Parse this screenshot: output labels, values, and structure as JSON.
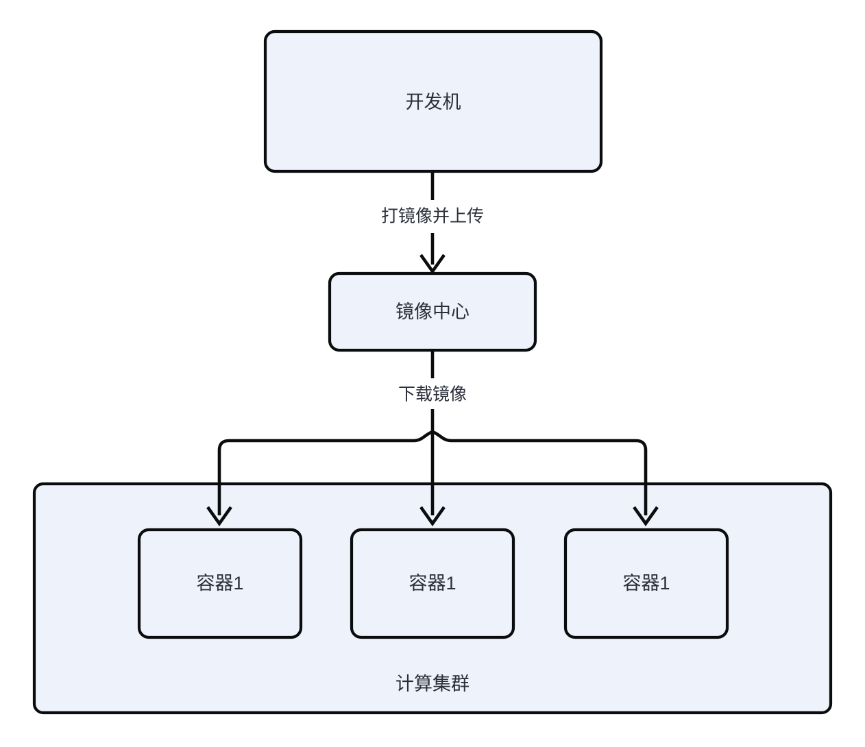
{
  "diagram": {
    "type": "flowchart",
    "direction": "top-down",
    "theme": {
      "node_fill": "#eef2fa",
      "node_stroke": "#0b0c0e",
      "text_color": "#2a2f3a",
      "background": "#ffffff",
      "edge_stroke": "#0b0c0e"
    },
    "nodes": [
      {
        "id": "dev",
        "label": "开发机"
      },
      {
        "id": "registry",
        "label": "镜像中心"
      },
      {
        "id": "container1",
        "label": "容器1"
      },
      {
        "id": "container2",
        "label": "容器1"
      },
      {
        "id": "container3",
        "label": "容器1"
      }
    ],
    "cluster": {
      "id": "cluster",
      "label": "计算集群",
      "members": [
        "container1",
        "container2",
        "container3"
      ]
    },
    "edges": [
      {
        "from": "dev",
        "to": "registry",
        "label": "打镜像并上传",
        "style": "dashed",
        "arrow": "open"
      },
      {
        "from": "registry",
        "to": "container1",
        "label": "下载镜像",
        "style": "mixed",
        "arrow": "open"
      },
      {
        "from": "registry",
        "to": "container2",
        "label": "",
        "style": "mixed",
        "arrow": "open"
      },
      {
        "from": "registry",
        "to": "container3",
        "label": "",
        "style": "mixed",
        "arrow": "open"
      }
    ]
  }
}
